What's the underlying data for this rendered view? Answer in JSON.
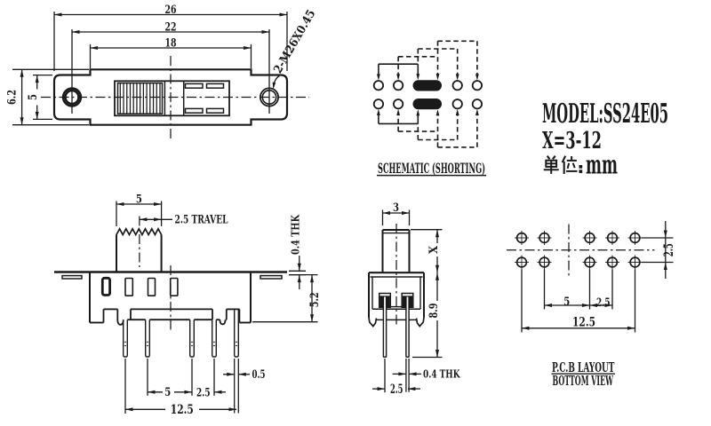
{
  "page": {
    "background": "#ffffff",
    "line_color": "#1a1a1a"
  },
  "title_block": {
    "model": "MODEL:SS24E05",
    "x_spec": "X=3-12",
    "unit_label": "单位:",
    "unit_value": "mm"
  },
  "top_view": {
    "dim_overall_length": "26",
    "dim_hole_spacing": "22",
    "dim_step_length": "18",
    "dim_overall_height": "6.2",
    "dim_end_height": "5",
    "thread_note": "2-M26X0.45"
  },
  "schematic": {
    "caption": "SCHEMATIC (SHORTING)"
  },
  "front_view": {
    "dim_knob_width": "5",
    "dim_travel": "2.5 TRAVEL",
    "dim_plate_thickness": "0.4 THK",
    "dim_body_height": "5.2",
    "dim_pin_width": "0.5",
    "dim_pin_spacing_wide": "5",
    "dim_pin_spacing": "2.5",
    "dim_pin_span": "12.5"
  },
  "side_view": {
    "dim_knob_depth": "3",
    "dim_knob_height": "X",
    "dim_body_height": "8.9",
    "dim_pin_thickness": "0.4 THK",
    "dim_row_spacing": "2.5"
  },
  "pcb_layout": {
    "dim_row_spacing": "2.5",
    "dim_hole_spacing_wide": "5",
    "dim_hole_spacing": "2.5",
    "dim_hole_span": "12.5",
    "caption_line1": "P.C.B LAYOUT",
    "caption_line2": "BOTTOM VIEW"
  }
}
